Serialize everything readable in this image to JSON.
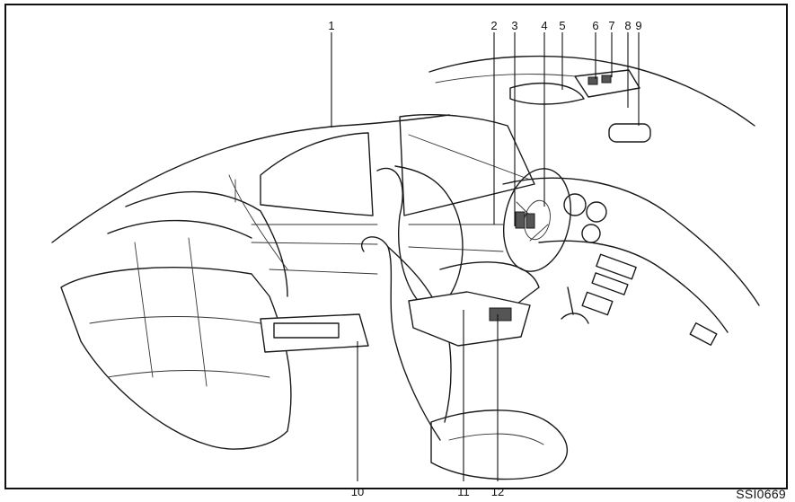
{
  "figure": {
    "code": "SSI0669",
    "callouts": [
      {
        "label": "1"
      },
      {
        "label": "2"
      },
      {
        "label": "3"
      },
      {
        "label": "4"
      },
      {
        "label": "5"
      },
      {
        "label": "6"
      },
      {
        "label": "7"
      },
      {
        "label": "8"
      },
      {
        "label": "9"
      },
      {
        "label": "10"
      },
      {
        "label": "11"
      },
      {
        "label": "12"
      }
    ]
  }
}
